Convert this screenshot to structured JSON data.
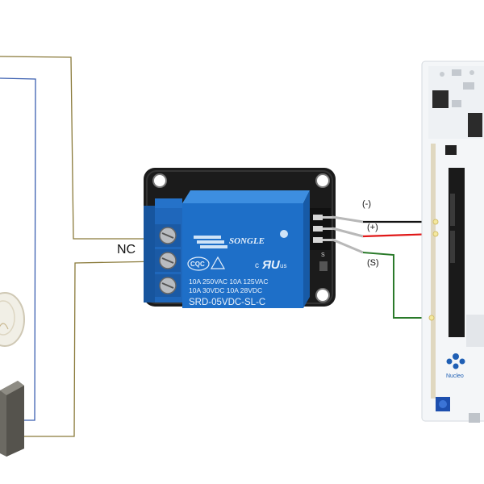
{
  "labels": {
    "nc": "NC",
    "pin_minus": "(-)",
    "pin_plus": "(+)",
    "pin_signal": "(S)"
  },
  "relay": {
    "brand": "SONGLE",
    "rating_line_1": "10A 250VAC  10A 125VAC",
    "rating_line_2": "10A  30VDC  10A  28VDC",
    "model": "SRD-05VDC-SL-C",
    "cert_cqc": "CQC",
    "cert_ul_c": "c",
    "cert_ul_us": "us",
    "pin_s": "S"
  },
  "board": {
    "logo_text": "Nucleo"
  },
  "colors": {
    "wire_brown": "#8a7a3a",
    "wire_blue": "#3b5fb0",
    "wire_black": "#111111",
    "wire_red": "#e01818",
    "wire_green": "#2a7a2a",
    "relay_blue": "#1e6fc8",
    "pcb_black": "#1b1b1b",
    "board_white": "#f4f6f8"
  },
  "icons": [
    "light-bulb-icon",
    "power-plug-icon",
    "songle-logo-icon",
    "nucleo-logo-icon"
  ]
}
